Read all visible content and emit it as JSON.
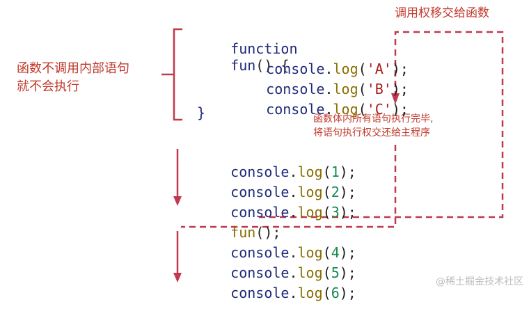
{
  "annotations": {
    "left_line1": "函数不调用内部语句",
    "left_line2": "就不会执行",
    "top_right": "调用权移交给函数",
    "middle_line1": "函数体内所有语句执行完毕,",
    "middle_line2": "将语句执行权交还给主程序"
  },
  "code": {
    "func_keyword": "function",
    "func_name": "fun",
    "func_signature_rest": "() {",
    "func_body": [
      {
        "obj": "console",
        "dot": ".",
        "method": "log",
        "open": "(",
        "arg": "'A'",
        "close": ");"
      },
      {
        "obj": "console",
        "dot": ".",
        "method": "log",
        "open": "(",
        "arg": "'B'",
        "close": ");"
      },
      {
        "obj": "console",
        "dot": ".",
        "method": "log",
        "open": "(",
        "arg": "'C'",
        "close": ");"
      }
    ],
    "func_close": "}",
    "main_before": [
      {
        "obj": "console",
        "dot": ".",
        "method": "log",
        "open": "(",
        "arg": "1",
        "close": ");"
      },
      {
        "obj": "console",
        "dot": ".",
        "method": "log",
        "open": "(",
        "arg": "2",
        "close": ");"
      },
      {
        "obj": "console",
        "dot": ".",
        "method": "log",
        "open": "(",
        "arg": "3",
        "close": ");"
      }
    ],
    "call_line": {
      "name": "fun",
      "rest": "();"
    },
    "main_after": [
      {
        "obj": "console",
        "dot": ".",
        "method": "log",
        "open": "(",
        "arg": "4",
        "close": ");"
      },
      {
        "obj": "console",
        "dot": ".",
        "method": "log",
        "open": "(",
        "arg": "5",
        "close": ");"
      },
      {
        "obj": "console",
        "dot": ".",
        "method": "log",
        "open": "(",
        "arg": "6",
        "close": ");"
      }
    ]
  },
  "watermark": "@稀土掘金技术社区",
  "colors": {
    "annotation_red": "#c0392b",
    "arrow_red": "#c0394f",
    "code_blue": "#1f2a7a",
    "method_olive": "#8a6d00",
    "number_green": "#138a4f",
    "string_red": "#a81c1c"
  }
}
